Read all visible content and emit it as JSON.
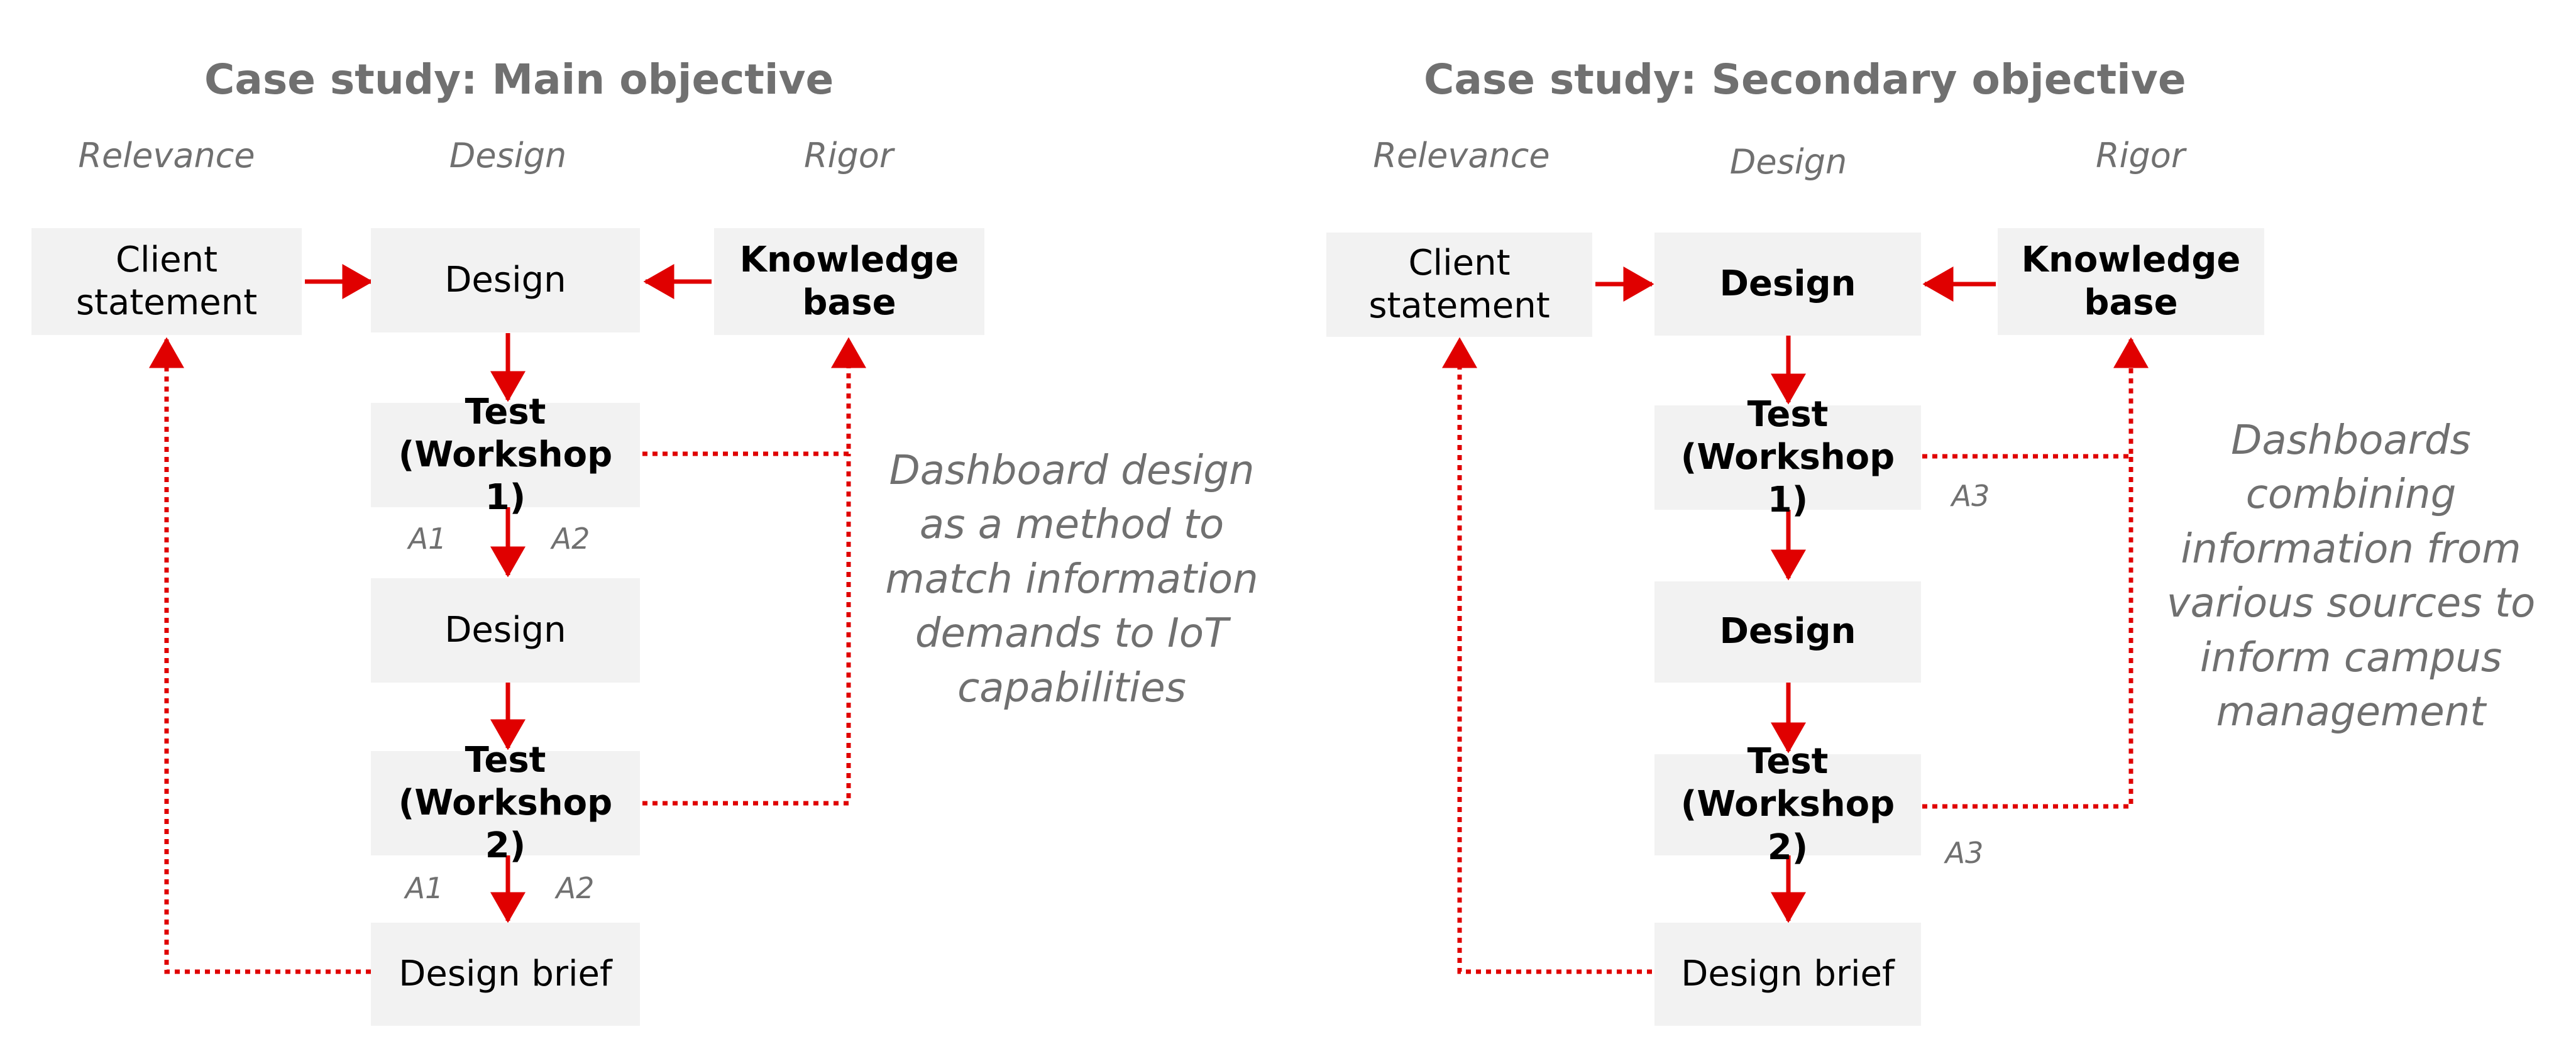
{
  "panels": [
    {
      "title": "Case study: Main objective",
      "columns": {
        "relevance": "Relevance",
        "design": "Design",
        "rigor": "Rigor"
      },
      "boxes": {
        "client": "Client statement",
        "design1": "Design",
        "knowledge": "Knowledge base",
        "test1": "Test (Workshop 1)",
        "design2": "Design",
        "test2": "Test (Workshop 2)",
        "brief": "Design brief"
      },
      "annotations": {
        "t1_left": "A1",
        "t1_right": "A2",
        "t2_left": "A1",
        "t2_right": "A2"
      },
      "note_lines": [
        "Dashboard design",
        "as a method to",
        "match information",
        "demands to IoT",
        "capabilities"
      ]
    },
    {
      "title": "Case study: Secondary objective",
      "columns": {
        "relevance": "Relevance",
        "design": "Design",
        "rigor": "Rigor"
      },
      "boxes": {
        "client": "Client statement",
        "design1": "Design",
        "knowledge": "Knowledge base",
        "test1": "Test (Workshop 1)",
        "design2": "Design",
        "test2": "Test (Workshop 2)",
        "brief": "Design brief"
      },
      "annotations": {
        "t1": "A3",
        "t2": "A3"
      },
      "note_lines": [
        "Dashboards",
        "combining",
        "information from",
        "various sources to",
        "inform campus",
        "management"
      ]
    }
  ],
  "colors": {
    "arrow": "#e00000",
    "box": "#f2f2f2",
    "muted_text": "#707070"
  }
}
